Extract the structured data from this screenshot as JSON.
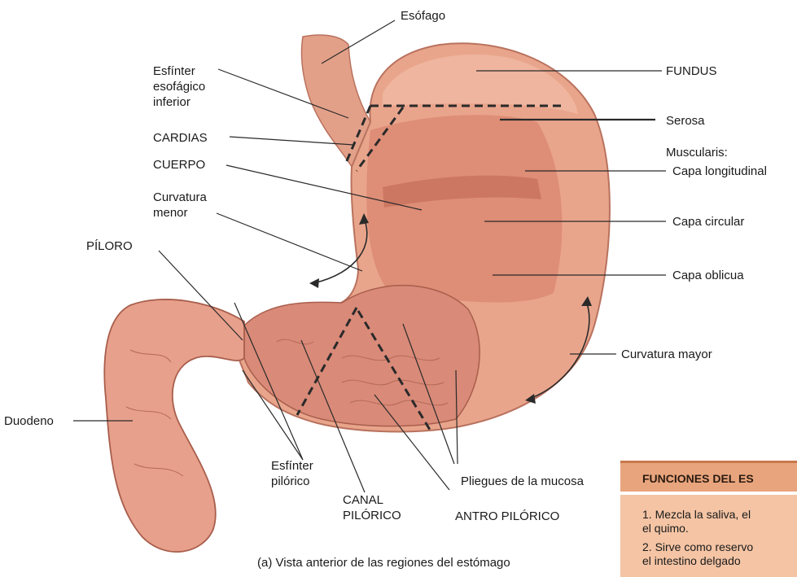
{
  "labels": {
    "esofago": "Esófago",
    "esfinter_esofagico": "Esfínter\nesofágico\ninferior",
    "cardias": "CARDIAS",
    "cuerpo": "CUERPO",
    "curvatura_menor": "Curvatura\nmenor",
    "piloro": "PÍLORO",
    "duodeno": "Duodeno",
    "esfinter_pilorico": "Esfínter\npilórico",
    "canal_pilorico": "CANAL\nPILÓRICO",
    "antro_pilorico": "ANTRO PILÓRICO",
    "pliegues": "Pliegues de la mucosa",
    "fundus": "FUNDUS",
    "serosa": "Serosa",
    "muscularis": "Muscularis:",
    "capa_longitudinal": "Capa longitudinal",
    "capa_circular": "Capa circular",
    "capa_oblicua": "Capa oblicua",
    "curvatura_mayor": "Curvatura mayor"
  },
  "caption": "(a) Vista anterior de las regiones del estómago",
  "functions_box": {
    "title": "FUNCIONES DEL ES",
    "items": [
      "1. Mezcla la saliva, el\nel quimo.",
      "2. Sirve como reservo\nel intestino delgado"
    ]
  },
  "colors": {
    "stomach_fill": "#e9a58c",
    "stomach_dark": "#c96f5a",
    "mucosa": "#d98a78",
    "box_title_bg": "#e8a57d",
    "box_body_bg": "#f4c4a4"
  }
}
